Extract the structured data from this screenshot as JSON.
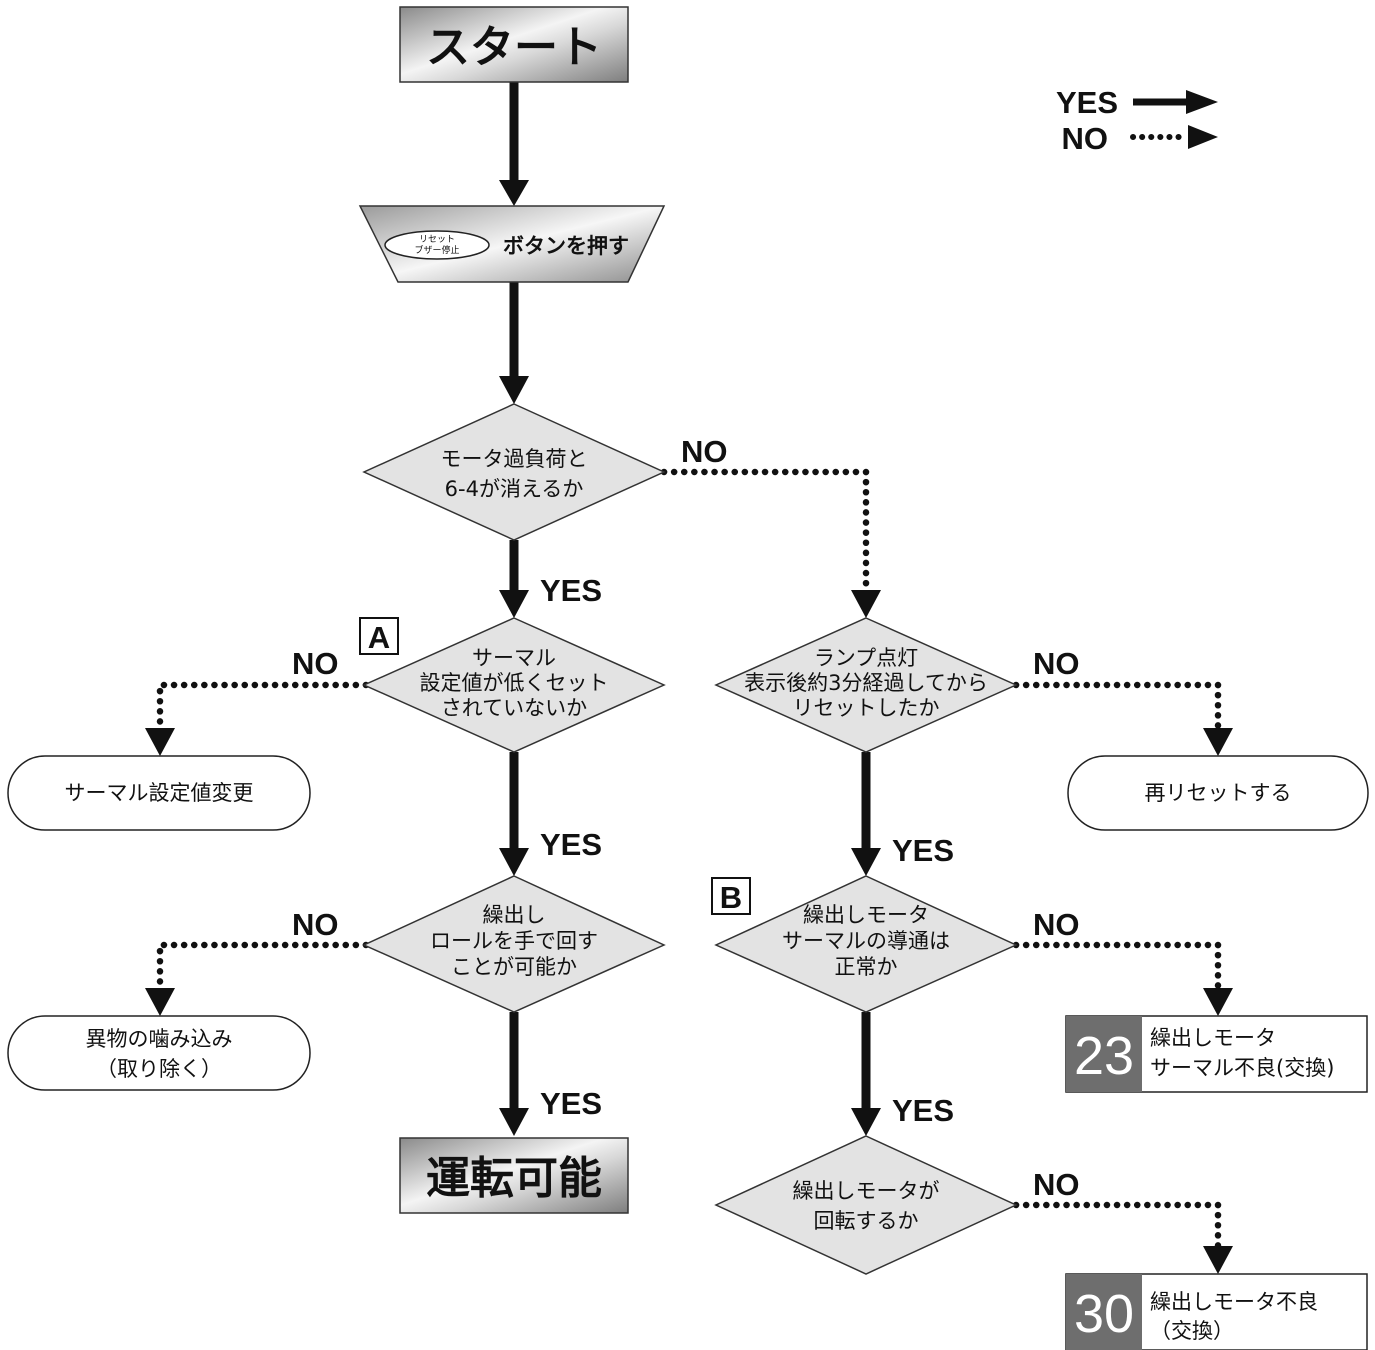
{
  "legend": {
    "yes": "YES",
    "no": "NO"
  },
  "start": {
    "label": "スタート"
  },
  "press": {
    "oval_line1": "リセット",
    "oval_line2": "ブザー停止",
    "label": "ボタンを押す"
  },
  "q1": {
    "line1": "モータ過負荷と",
    "line2": "6-4が消えるか"
  },
  "qA": {
    "line1": "サーマル",
    "line2": "設定値が低くセット",
    "line3": "されていないか"
  },
  "qA2": {
    "line1": "繰出し",
    "line2": "ロールを手で回す",
    "line3": "ことが可能か"
  },
  "qLamp": {
    "line1": "ランプ点灯",
    "line2": "表示後約3分経過してから",
    "line3": "リセットしたか"
  },
  "qB": {
    "line1": "繰出しモータ",
    "line2": "サーマルの導通は",
    "line3": "正常か"
  },
  "qRot": {
    "line1": "繰出しモータが",
    "line2": "回転するか"
  },
  "end_thermal": {
    "label": "サーマル設定値変更"
  },
  "end_foreign": {
    "line1": "異物の噛み込み",
    "line2": "（取り除く）"
  },
  "end_reset": {
    "label": "再リセットする"
  },
  "end_ok": {
    "label": "運転可能"
  },
  "result23": {
    "num": "23",
    "line1": "繰出しモータ",
    "line2": "サーマル不良(交換)"
  },
  "result30": {
    "num": "30",
    "line1": "繰出しモータ不良",
    "line2": "（交換）"
  },
  "markers": {
    "a": "A",
    "b": "B"
  },
  "edge_labels": {
    "q1_yes": "YES",
    "q1_no": "NO",
    "qA_yes": "YES",
    "qA_no": "NO",
    "qA2_yes": "YES",
    "qA2_no": "NO",
    "qLamp_yes": "YES",
    "qLamp_no": "NO",
    "qB_yes": "YES",
    "qB_no": "NO",
    "qRot_no": "NO"
  }
}
